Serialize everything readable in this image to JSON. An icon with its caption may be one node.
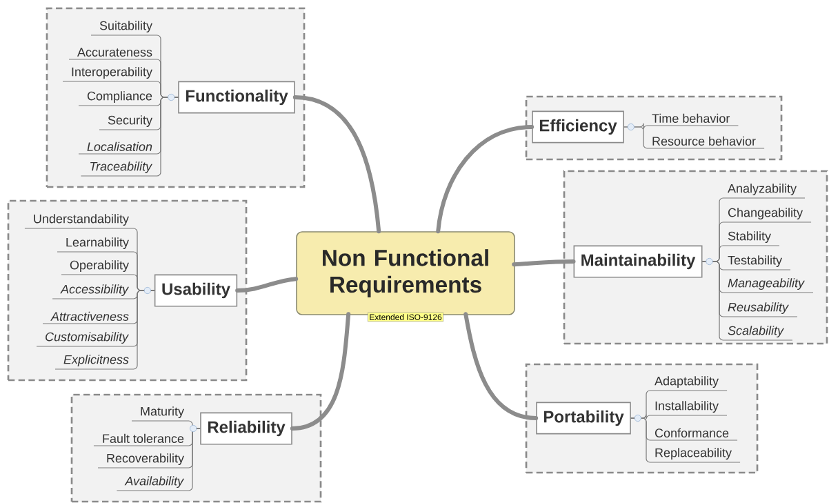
{
  "diagram": {
    "nodes": [
      {
        "text": [
          "Non Functional Requirements"
        ],
        "beside": [
          "Extended ISO-9126"
        ]
      },
      {
        "text": [],
        "shape": "box"
      },
      {
        "text": [
          "Functionality"
        ],
        "in": 1
      },
      {
        "text": [
          "Suitability"
        ],
        "in": 1
      },
      {
        "text": [
          "Accurateness"
        ],
        "in": 1
      },
      {
        "text": [
          "Interoperability"
        ],
        "in": 1
      },
      {
        "text": [
          "Compliance"
        ],
        "in": 1
      },
      {
        "text": [
          "Security"
        ],
        "in": 1
      },
      {
        "text": [
          "*Localisation*"
        ],
        "in": 1
      },
      {
        "text": [
          "*Traceability*"
        ],
        "in": 1
      },
      {
        "text": [],
        "shape": "box"
      },
      {
        "text": [
          "Efficiency"
        ],
        "in": 10
      },
      {
        "text": [
          "Time behavior"
        ],
        "in": 10
      },
      {
        "text": [
          "Resource behavior"
        ],
        "in": 10
      },
      {
        "text": [],
        "shape": "box"
      },
      {
        "text": [
          "Maintainability"
        ],
        "in": 14
      },
      {
        "text": [
          "Analyzability"
        ],
        "in": 14
      },
      {
        "text": [
          "Changeability"
        ],
        "in": 14
      },
      {
        "text": [
          "Stability"
        ],
        "in": 14
      },
      {
        "text": [
          "Testability"
        ],
        "in": 14
      },
      {
        "text": [
          "*Manageability*"
        ],
        "in": 14
      },
      {
        "text": [
          "*Reusability*"
        ],
        "in": 14
      },
      {
        "text": [
          "*Scalability*"
        ],
        "in": 14
      },
      {
        "text": [],
        "shape": "box"
      },
      {
        "text": [
          "Usability"
        ],
        "in": 23
      },
      {
        "text": [
          "Understandability"
        ],
        "in": 23
      },
      {
        "text": [
          "Learnability"
        ],
        "in": 23
      },
      {
        "text": [
          "Operability"
        ],
        "in": 23
      },
      {
        "text": [
          "*Accessibility*"
        ],
        "in": 23
      },
      {
        "text": [
          "*Attractiveness*"
        ],
        "in": 23
      },
      {
        "text": [
          "*Customisability*"
        ],
        "in": 23
      },
      {
        "text": [
          "*Explicitness*"
        ],
        "in": 23
      },
      {
        "text": [],
        "shape": "box"
      },
      {
        "text": [
          "Portability"
        ],
        "in": 32
      },
      {
        "text": [
          "Adaptability"
        ],
        "in": 32
      },
      {
        "text": [
          "Installability"
        ],
        "in": 32
      },
      {
        "text": [
          "Conformance"
        ],
        "in": 32
      },
      {
        "text": [
          "Replaceability"
        ],
        "in": 32
      },
      {
        "text": [],
        "shape": "box"
      },
      {
        "text": [
          "Reliability"
        ],
        "in": 38
      },
      {
        "text": [
          "Maturity"
        ],
        "in": 38
      },
      {
        "text": [
          "Fault tolerance"
        ],
        "in": 38
      },
      {
        "text": [
          "Recoverability"
        ],
        "in": 38
      },
      {
        "text": [
          "*Availability*"
        ],
        "in": 38
      }
    ],
    "edges": [
      {
        "from": 0,
        "to": 2,
        "arrow": "none",
        "style": "thick"
      },
      {
        "from": 0,
        "to": 11,
        "arrow": "none",
        "style": "thick"
      },
      {
        "from": 0,
        "to": 15,
        "arrow": "none",
        "style": "thick"
      },
      {
        "from": 0,
        "to": 24,
        "arrow": "none",
        "style": "thick"
      },
      {
        "from": 0,
        "to": 33,
        "arrow": "none",
        "style": "thick"
      },
      {
        "from": 0,
        "to": 39,
        "arrow": "none",
        "style": "thick"
      },
      {
        "from": 2,
        "to": 3,
        "arrow": "none"
      },
      {
        "from": 2,
        "to": 4,
        "arrow": "none"
      },
      {
        "from": 2,
        "to": 5,
        "arrow": "none"
      },
      {
        "from": 2,
        "to": 6,
        "arrow": "none"
      },
      {
        "from": 2,
        "to": 7,
        "arrow": "none"
      },
      {
        "from": 2,
        "to": 8,
        "arrow": "none"
      },
      {
        "from": 2,
        "to": 9,
        "arrow": "none"
      },
      {
        "from": 11,
        "to": 12,
        "arrow": "none"
      },
      {
        "from": 11,
        "to": 13,
        "arrow": "none"
      },
      {
        "from": 15,
        "to": 16,
        "arrow": "none"
      },
      {
        "from": 15,
        "to": 17,
        "arrow": "none"
      },
      {
        "from": 15,
        "to": 18,
        "arrow": "none"
      },
      {
        "from": 15,
        "to": 19,
        "arrow": "none"
      },
      {
        "from": 15,
        "to": 20,
        "arrow": "none"
      },
      {
        "from": 15,
        "to": 21,
        "arrow": "none"
      },
      {
        "from": 15,
        "to": 22,
        "arrow": "none"
      },
      {
        "from": 24,
        "to": 25,
        "arrow": "none"
      },
      {
        "from": 24,
        "to": 26,
        "arrow": "none"
      },
      {
        "from": 24,
        "to": 27,
        "arrow": "none"
      },
      {
        "from": 24,
        "to": 28,
        "arrow": "none"
      },
      {
        "from": 24,
        "to": 29,
        "arrow": "none"
      },
      {
        "from": 24,
        "to": 30,
        "arrow": "none"
      },
      {
        "from": 24,
        "to": 31,
        "arrow": "none"
      },
      {
        "from": 33,
        "to": 34,
        "arrow": "none"
      },
      {
        "from": 33,
        "to": 35,
        "arrow": "none"
      },
      {
        "from": 33,
        "to": 36,
        "arrow": "none"
      },
      {
        "from": 33,
        "to": 37,
        "arrow": "none"
      },
      {
        "from": 39,
        "to": 40,
        "arrow": "none"
      },
      {
        "from": 39,
        "to": 41,
        "arrow": "none"
      },
      {
        "from": 39,
        "to": 42,
        "arrow": "none"
      },
      {
        "from": 39,
        "to": 43,
        "arrow": "none"
      }
    ]
  }
}
